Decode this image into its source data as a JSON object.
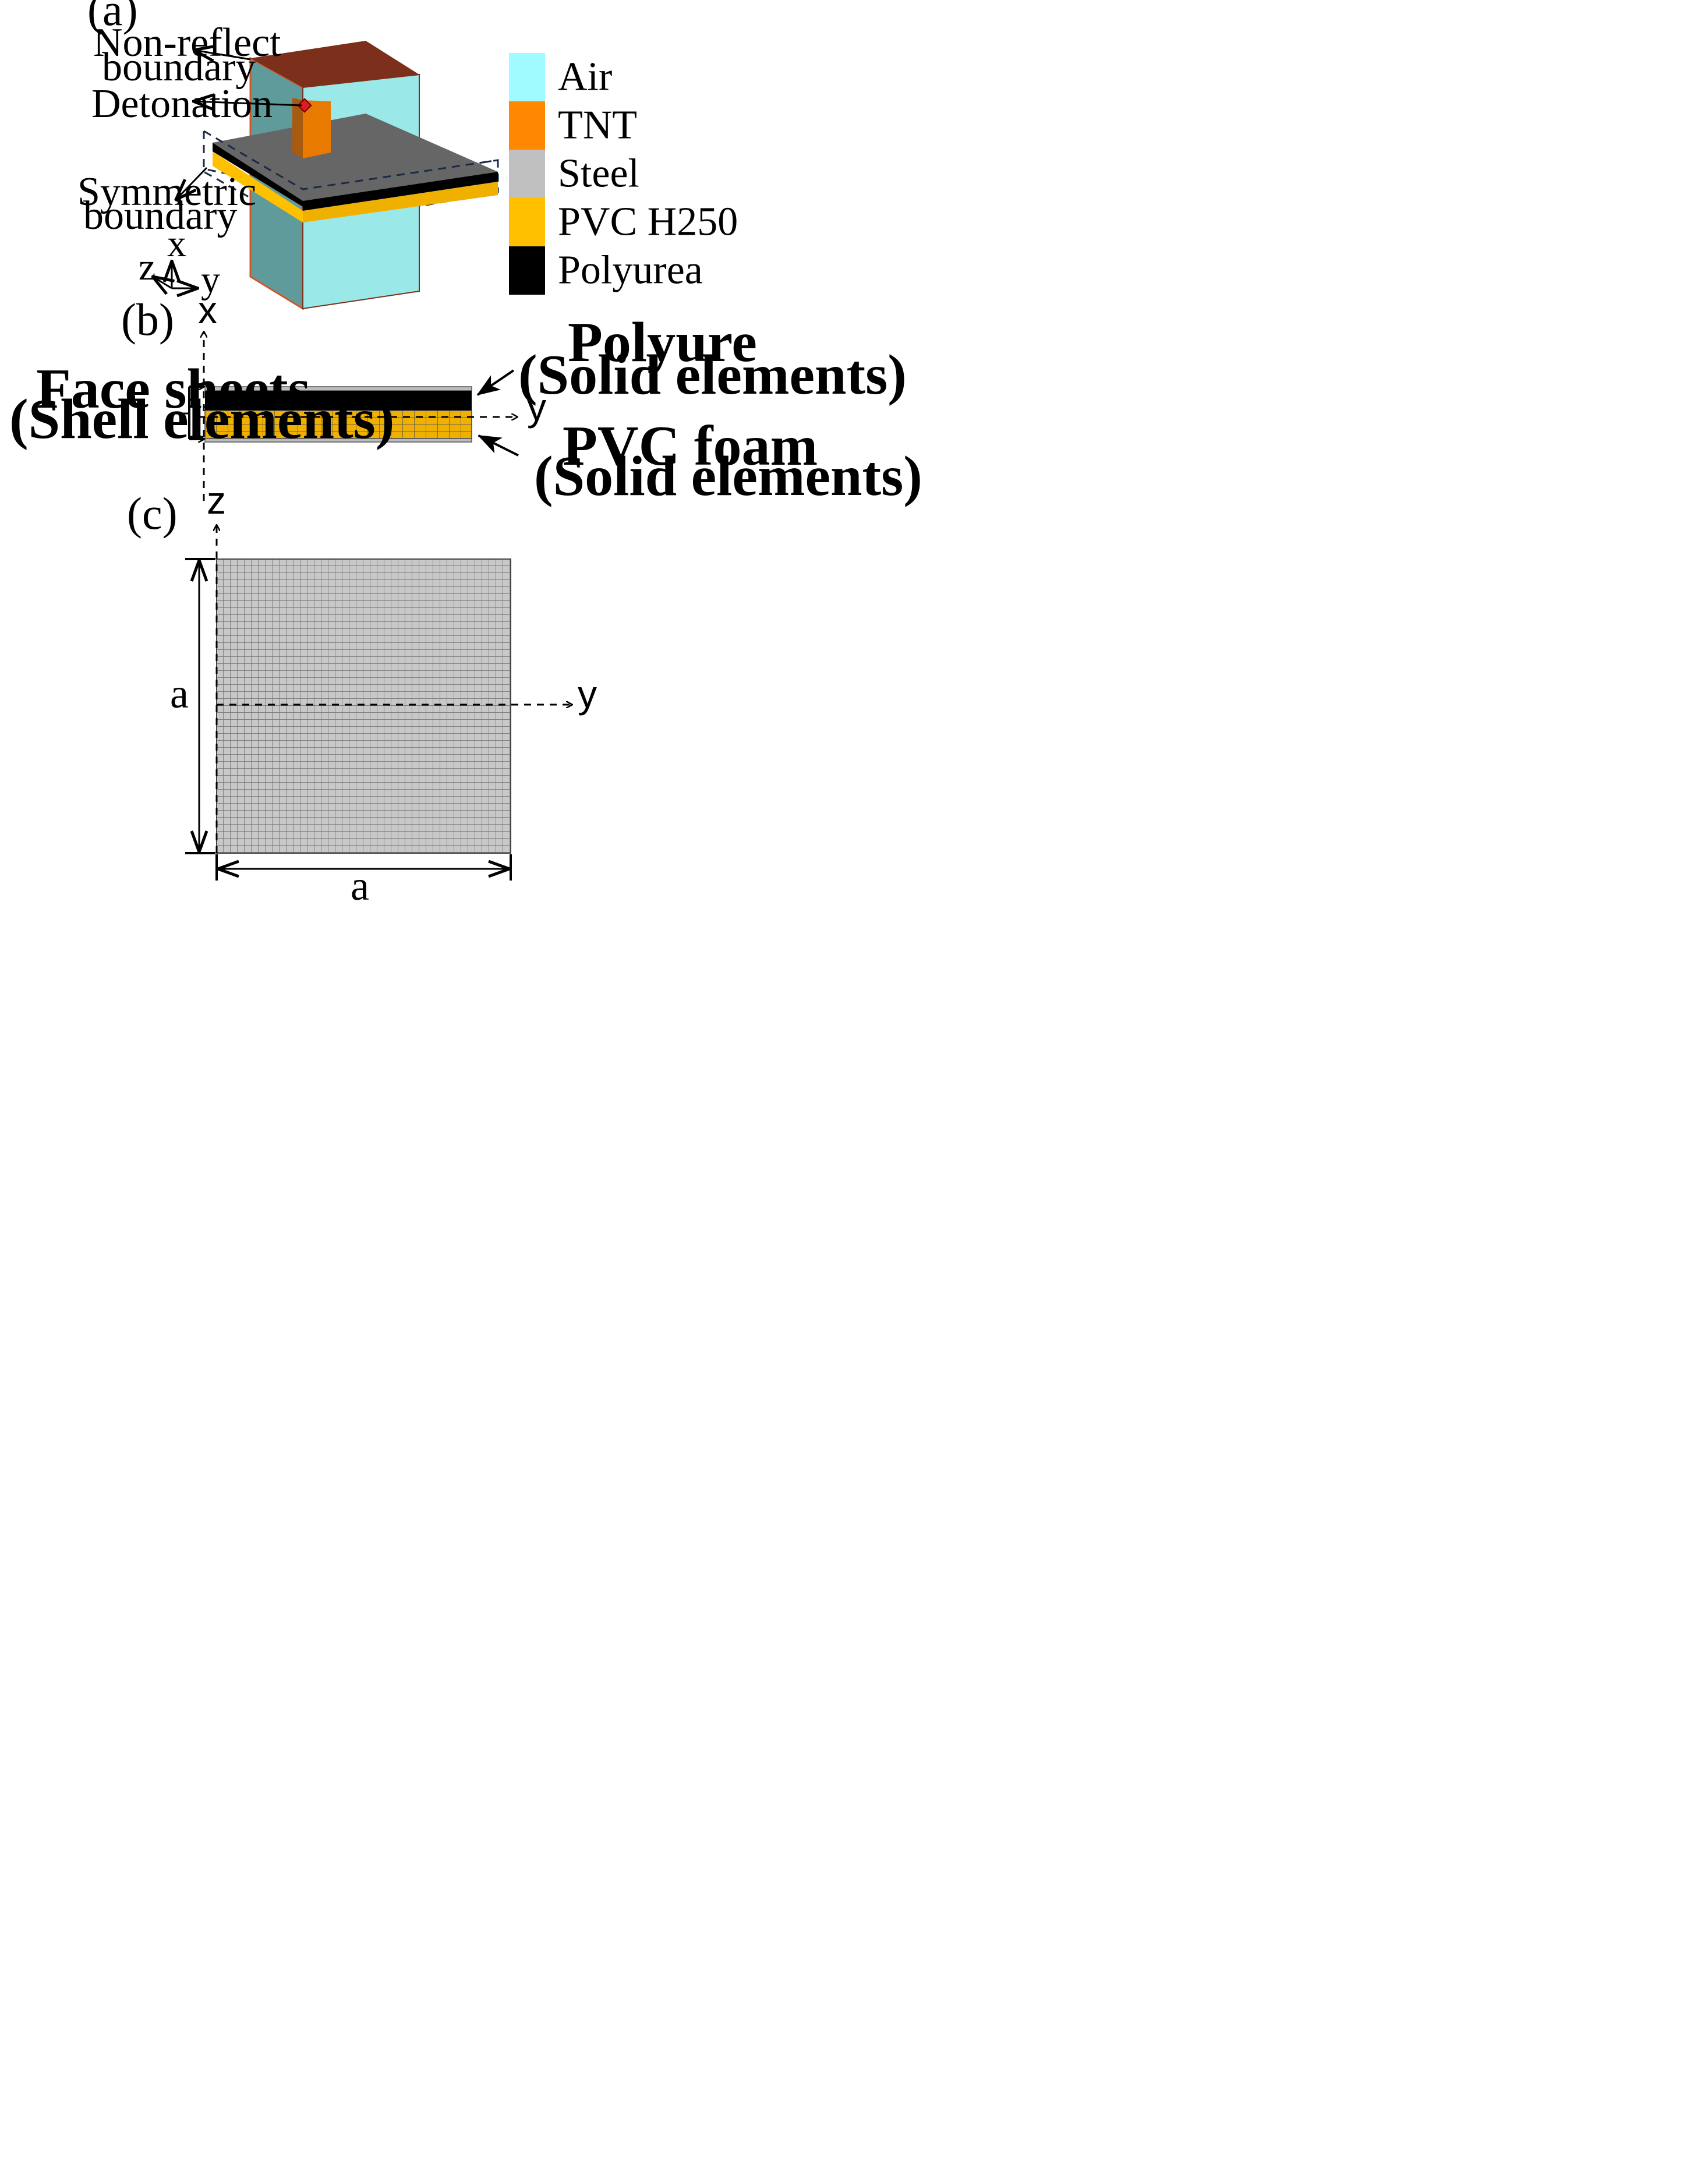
{
  "panels": {
    "a": "(a)",
    "b": "(b)",
    "c": "(c)"
  },
  "panel_a": {
    "non_reflect_line1": "Non-reflect",
    "non_reflect_line2": "boundary",
    "detonation": "Detonation",
    "symmetric_line1": "Symmetric",
    "symmetric_line2": "boundary",
    "axis_x": "x",
    "axis_y": "y",
    "axis_z": "z"
  },
  "legend": [
    {
      "label": "Air",
      "color": "#9ffbff"
    },
    {
      "label": "TNT",
      "color": "#ff8800"
    },
    {
      "label": "Steel",
      "color": "#c0c0c0"
    },
    {
      "label": "PVC H250",
      "color": "#ffc000"
    },
    {
      "label": "Polyurea",
      "color": "#000000"
    }
  ],
  "panel_b": {
    "face_sheets_line1": "Face sheets",
    "face_sheets_line2": "(Shell elements)",
    "polyure_line1": "Polyure",
    "polyure_line2": "(Solid elements)",
    "pvc_line1": "PVC foam",
    "pvc_line2": "(Solid elements)",
    "axis_x": "x",
    "axis_y": "y"
  },
  "panel_c": {
    "axis_z": "z",
    "axis_y": "y",
    "dim_vertical": "a",
    "dim_horizontal": "a"
  },
  "colors": {
    "air_box": "#9ae8e8",
    "air_side": "#5f9b9b",
    "top_boundary": "#7c2f1a",
    "tnt": "#e87a00",
    "plate_top": "#666666",
    "pvc": "#f0b000",
    "mesh": "#c8c8c8"
  }
}
